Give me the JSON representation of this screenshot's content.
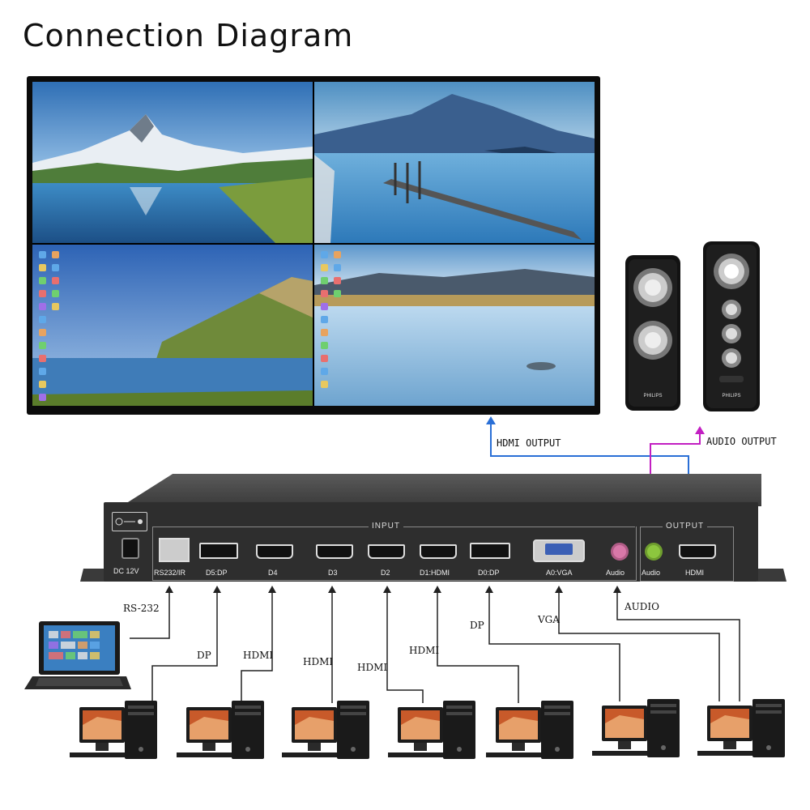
{
  "title": "Connection Diagram",
  "outputs": {
    "hdmi_output": "HDMI OUTPUT",
    "audio_output": "AUDIO OUTPUT"
  },
  "panel": {
    "power": "DC 12V",
    "input_group": "INPUT",
    "output_group": "OUTPUT",
    "ports": [
      "RS232/IR",
      "D5:DP",
      "D4",
      "D3",
      "D2",
      "D1:HDMI",
      "D0:DP",
      "A0:VGA",
      "Audio",
      "Audio",
      "HDMI"
    ]
  },
  "cables": {
    "rs232": "RS-232",
    "dp1": "DP",
    "hdmi1": "HDMI",
    "hdmi2": "HDMI",
    "hdmi3": "HDMI",
    "hdmi4": "HDMI",
    "dp2": "DP",
    "vga": "VGA",
    "audio": "AUDIO"
  },
  "speakers": {
    "brand": "PHILIPS"
  },
  "colors": {
    "hdmi_line": "#2a6fd6",
    "audio_line": "#c21fc2",
    "cable_line": "#222222"
  }
}
